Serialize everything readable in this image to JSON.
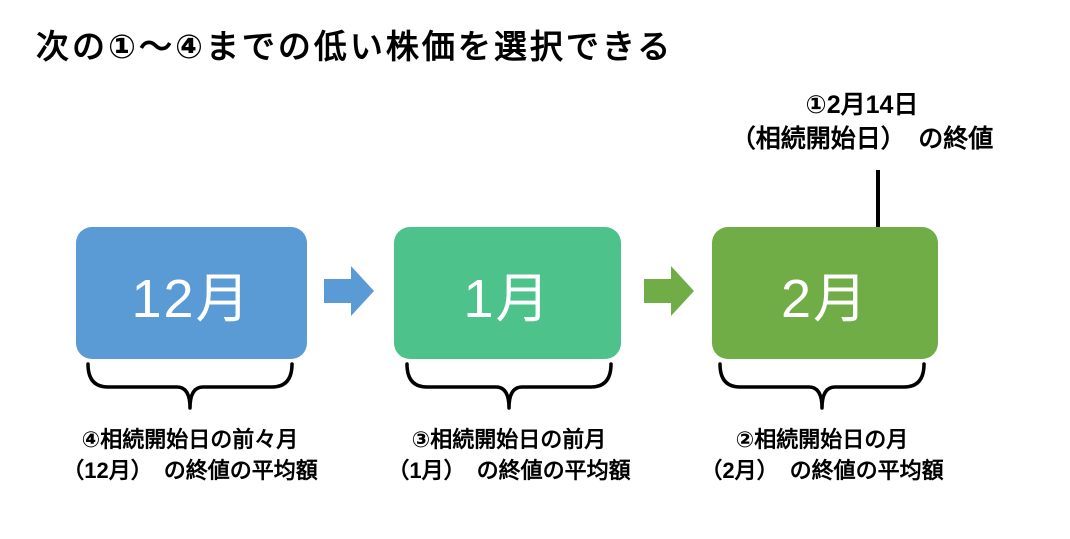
{
  "page": {
    "background": "#ffffff",
    "text_color": "#000000",
    "brace_color": "#000000"
  },
  "title": "次の①〜④までの低い株価を選択できる",
  "callout": {
    "line1": "①2月14日",
    "line2": "（相続開始日）　の終値"
  },
  "timeline": {
    "boxes": [
      {
        "id": "december",
        "label": "12月",
        "color": "#5B9BD5",
        "text_color": "#ffffff"
      },
      {
        "id": "january",
        "label": "1月",
        "color": "#4DC28B",
        "text_color": "#ffffff"
      },
      {
        "id": "february",
        "label": "2月",
        "color": "#70AD47",
        "text_color": "#ffffff"
      }
    ],
    "arrows": [
      {
        "id": "arrow-dec-to-jan",
        "color": "#5B9BD5"
      },
      {
        "id": "arrow-jan-to-feb",
        "color": "#70AD47"
      }
    ]
  },
  "captions": [
    {
      "line1": "④相続開始日の前々月",
      "line2": "（12月）　の終値の平均額"
    },
    {
      "line1": "③相続開始日の前月",
      "line2": "（1月）　の終値の平均額"
    },
    {
      "line1": "②相続開始日の月",
      "line2": "（2月）　の終値の平均額"
    }
  ]
}
